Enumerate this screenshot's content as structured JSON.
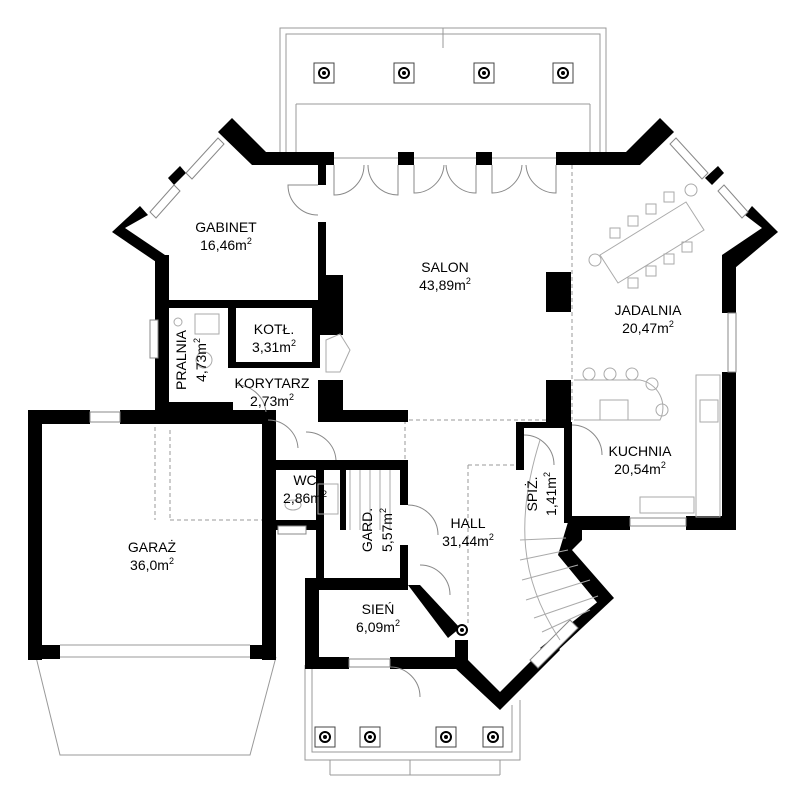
{
  "unit_label": "m",
  "unit_superscript": "2",
  "rooms": [
    {
      "id": "gabinet",
      "name": "GABINET",
      "area": "16,46"
    },
    {
      "id": "salon",
      "name": "SALON",
      "area": "43,89"
    },
    {
      "id": "jadalnia",
      "name": "JADALNIA",
      "area": "20,47"
    },
    {
      "id": "kotl",
      "name": "KOTŁ.",
      "area": "3,31"
    },
    {
      "id": "pralnia",
      "name": "PRALNIA",
      "area": "4,73"
    },
    {
      "id": "korytarz",
      "name": "KORYTARZ",
      "area": "2,73"
    },
    {
      "id": "kuchnia",
      "name": "KUCHNIA",
      "area": "20,54"
    },
    {
      "id": "wc",
      "name": "WC",
      "area": "2,86"
    },
    {
      "id": "gard",
      "name": "GARD.",
      "area": "5,57"
    },
    {
      "id": "hall",
      "name": "HALL",
      "area": "31,44"
    },
    {
      "id": "spiz",
      "name": "SPIŻ.",
      "area": "1,41"
    },
    {
      "id": "garaz",
      "name": "GARAŻ",
      "area": "36,0"
    },
    {
      "id": "sien",
      "name": "SIEŃ",
      "area": "6,09"
    }
  ]
}
